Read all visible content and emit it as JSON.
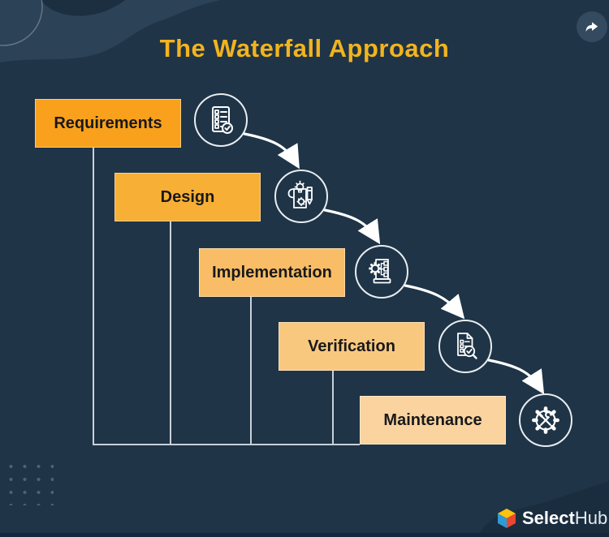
{
  "title": {
    "text": "The Waterfall Approach",
    "color": "#F2B41D"
  },
  "header": {
    "share_icon": "share-arrow-icon"
  },
  "steps": [
    {
      "label": "Requirements",
      "box_color": "#F9A11C",
      "icon": "checklist-check-icon"
    },
    {
      "label": "Design",
      "box_color": "#F7AF35",
      "icon": "blueprint-pencil-bulb-icon"
    },
    {
      "label": "Implementation",
      "box_color": "#F8BD66",
      "icon": "gear-document-flow-icon"
    },
    {
      "label": "Verification",
      "box_color": "#F9C87F",
      "icon": "document-magnifier-check-icon"
    },
    {
      "label": "Maintenance",
      "box_color": "#FAD39E",
      "icon": "gear-wrench-screwdriver-icon"
    }
  ],
  "colors": {
    "background": "#1F3447",
    "blob_light": "#2B4257",
    "blob_dark": "#1B2F41",
    "footer_blob": "#1A2D3F",
    "bottom_strip": "#152839",
    "connector_line": "#C9D1D8",
    "arrow": "#FFFFFF",
    "circle_stroke": "#E9EDF0"
  },
  "footer": {
    "brand_select": "Select",
    "brand_hub": "Hub",
    "cube_top": "#FFC20E",
    "cube_left": "#2E9AD8",
    "cube_right": "#E9472F"
  }
}
